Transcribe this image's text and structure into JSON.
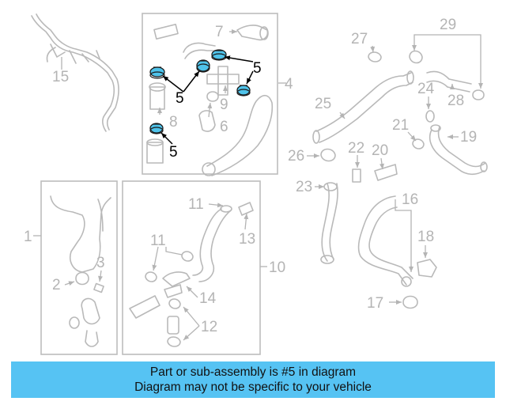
{
  "diagram": {
    "callouts": [
      "1",
      "2",
      "3",
      "4",
      "5",
      "6",
      "7",
      "8",
      "9",
      "10",
      "11",
      "12",
      "13",
      "14",
      "15",
      "16",
      "17",
      "18",
      "19",
      "20",
      "21",
      "22",
      "23",
      "24",
      "25",
      "26",
      "27",
      "28",
      "29"
    ],
    "highlighted_callout": "5",
    "highlight_color": "#4fc3ea",
    "banner_color": "#56c3f3"
  },
  "banner": {
    "line1": "Part or sub-assembly is #5 in diagram",
    "line2": "Diagram may not be specific to your vehicle"
  }
}
